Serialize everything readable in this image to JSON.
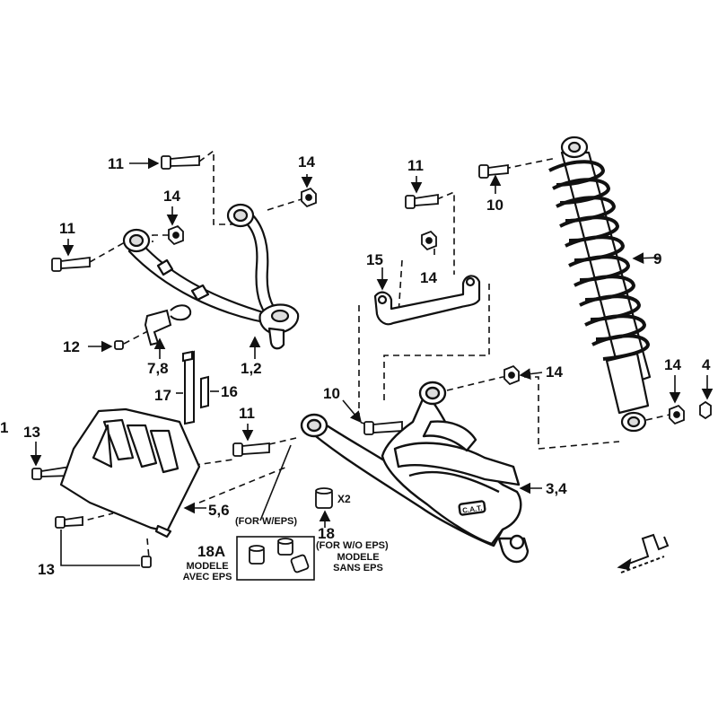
{
  "callouts": {
    "c1": "1",
    "c11a": "11",
    "c14a": "14",
    "c14b": "14",
    "c11b": "11",
    "c11c": "11",
    "c10a": "10",
    "c9": "9",
    "c15": "15",
    "c14c": "14",
    "c12": "12",
    "c78": "7,8",
    "c12b": "1,2",
    "c17": "17",
    "c16": "16",
    "c10b": "10",
    "c14d": "14",
    "c14e": "14",
    "c4": "4",
    "c11d": "11",
    "c13a": "13",
    "c56": "5,6",
    "c34": "3,4",
    "cx2": "X2",
    "c18": "18",
    "c18a": "18A",
    "c13b": "13"
  },
  "notes": {
    "for_weps": "(FOR W/EPS)",
    "for_woeps": "(FOR W/O EPS)",
    "modele_avec_1": "MODELE",
    "modele_avec_2": "AVEC EPS",
    "modele_sans_1": "MODELE",
    "modele_sans_2": "SANS EPS"
  },
  "stamp_text": "C.A.T."
}
